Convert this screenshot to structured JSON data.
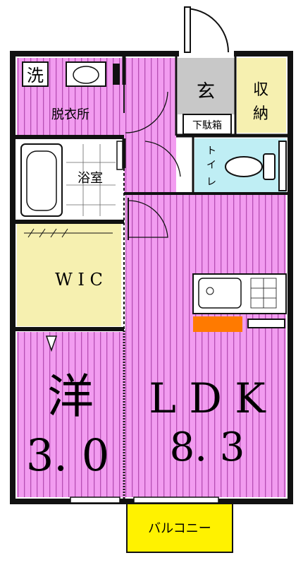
{
  "colors": {
    "room_pink": "#f29cf0",
    "stripe": "#b64fb3",
    "closet": "#f6f0b0",
    "toilet": "#bfeef4",
    "entry_gray": "#c8c8c8",
    "balcony": "#fff200",
    "stove": "#ff7a00",
    "wall": "#111111"
  },
  "rooms": {
    "laundry_mark": "洗",
    "dressing": "脱衣所",
    "bath": "浴室",
    "entrance_mark": "玄",
    "shoe_box": "下駄箱",
    "storage_1": "収",
    "storage_2": "納",
    "toilet_1": "ト",
    "toilet_2": "イ",
    "toilet_3": "レ",
    "wic": "W I C",
    "western": "洋",
    "western_size": "3. 0",
    "ldk": "L D K",
    "ldk_size": "8. 3",
    "balcony": "バルコニー"
  }
}
